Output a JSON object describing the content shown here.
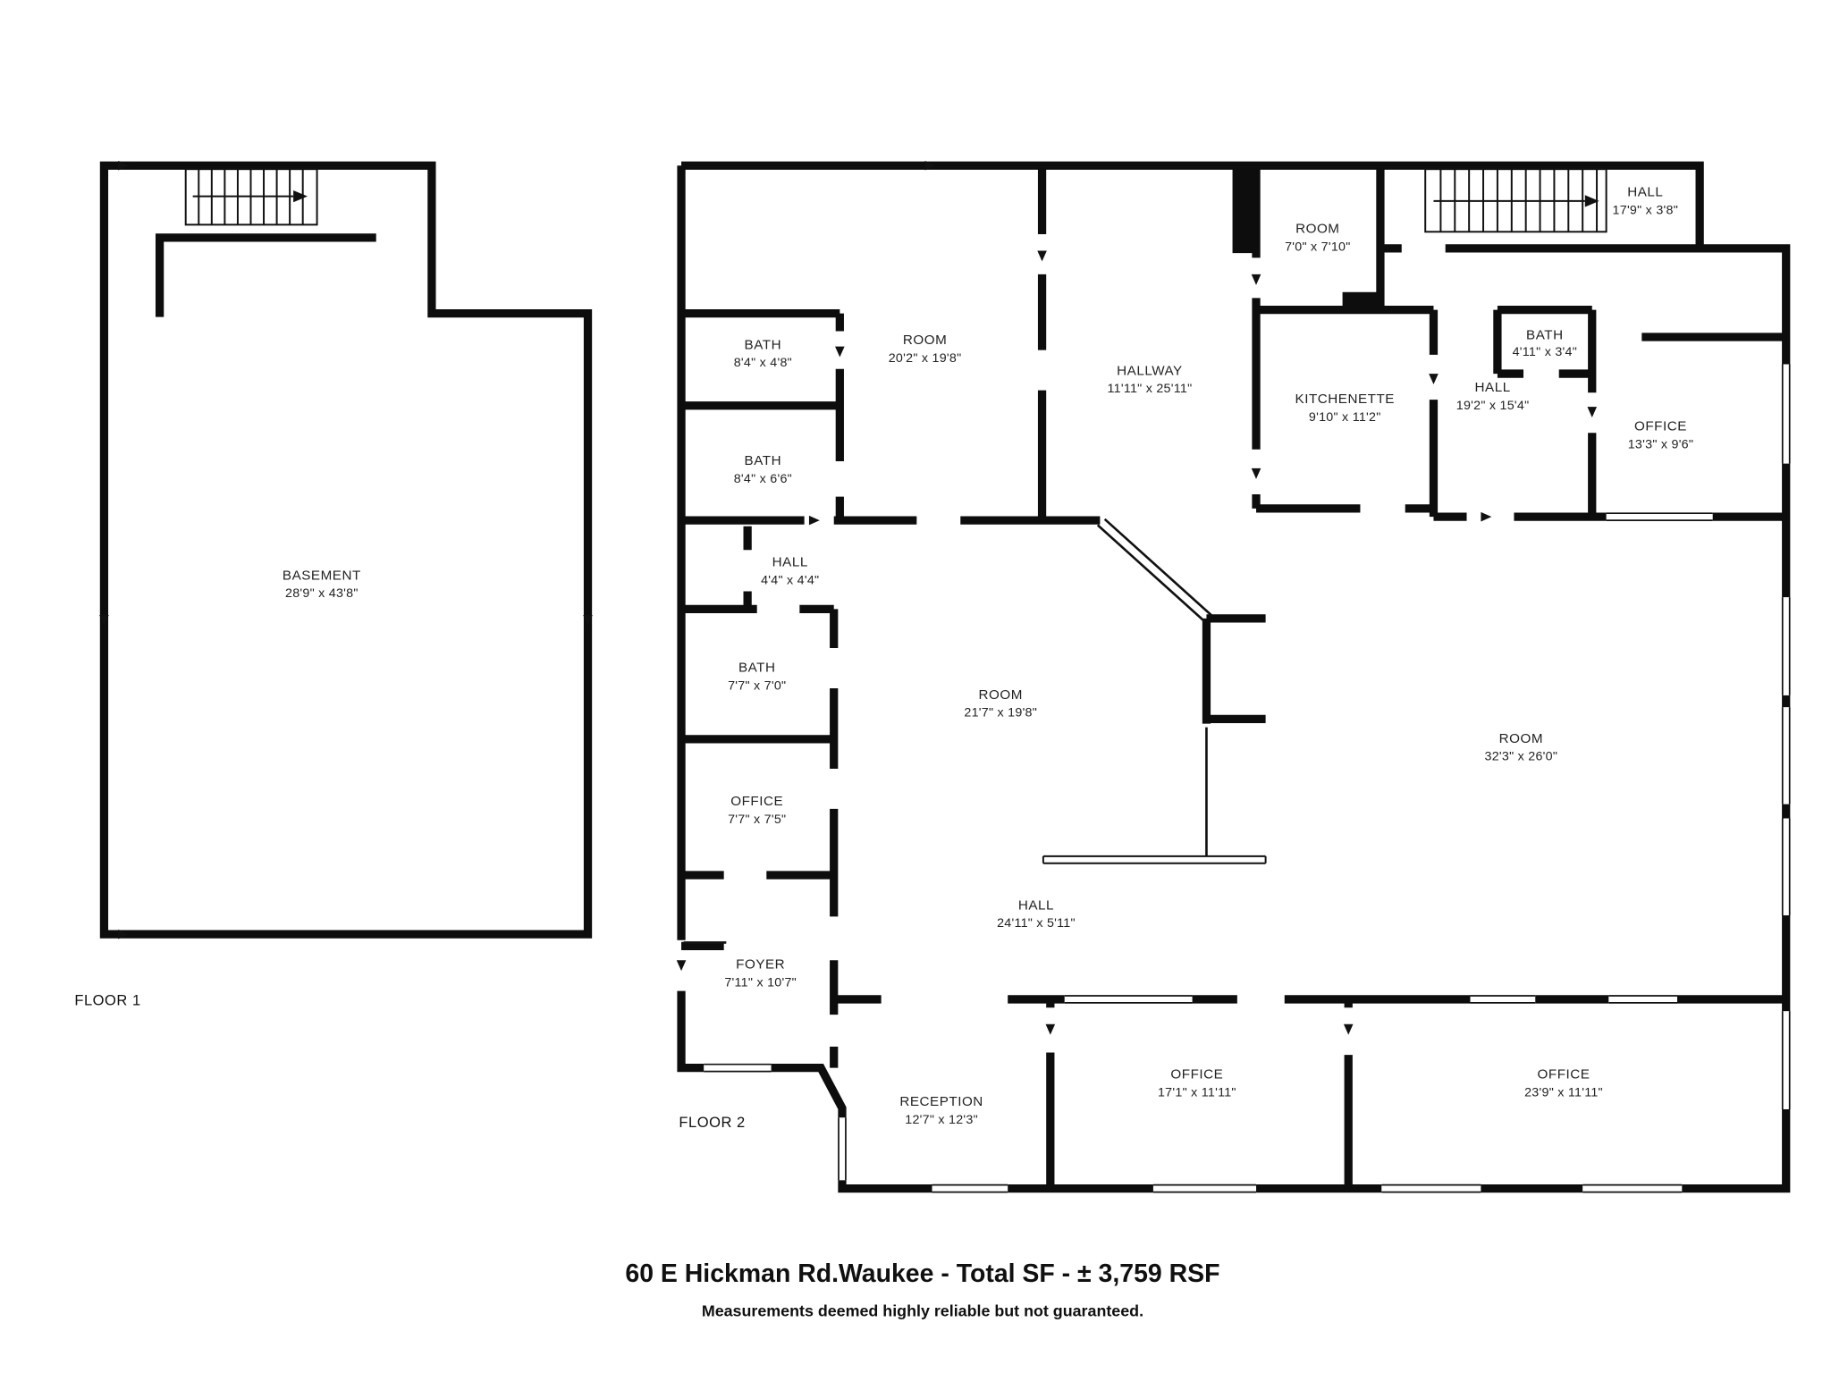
{
  "page": {
    "title": "60 E Hickman Rd.Waukee - Total SF - ± 3,759 RSF",
    "disclaimer": "Measurements deemed highly reliable but not guaranteed."
  },
  "floor1": {
    "label": "FLOOR 1",
    "rooms": {
      "basement": {
        "name": "BASEMENT",
        "dims": "28'9\" x 43'8\""
      }
    }
  },
  "floor2": {
    "label": "FLOOR 2",
    "rooms": {
      "bath1": {
        "name": "BATH",
        "dims": "8'4\" x 4'8\""
      },
      "room1": {
        "name": "ROOM",
        "dims": "20'2\" x 19'8\""
      },
      "room_top": {
        "name": "ROOM",
        "dims": "7'0\" x 7'10\""
      },
      "hall_top": {
        "name": "HALL",
        "dims": "17'9\" x 3'8\""
      },
      "hallway": {
        "name": "HALLWAY",
        "dims": "11'11\" x 25'11\""
      },
      "kitchenette": {
        "name": "KITCHENETTE",
        "dims": "9'10\" x 11'2\""
      },
      "hall_mid": {
        "name": "HALL",
        "dims": "19'2\" x 15'4\""
      },
      "bath_small": {
        "name": "BATH",
        "dims": "4'11\" x 3'4\""
      },
      "office_ne": {
        "name": "OFFICE",
        "dims": "13'3\" x 9'6\""
      },
      "bath2": {
        "name": "BATH",
        "dims": "8'4\" x 6'6\""
      },
      "hall_small": {
        "name": "HALL",
        "dims": "4'4\" x 4'4\""
      },
      "bath3": {
        "name": "BATH",
        "dims": "7'7\" x 7'0\""
      },
      "room2": {
        "name": "ROOM",
        "dims": "21'7\" x 19'8\""
      },
      "room3": {
        "name": "ROOM",
        "dims": "32'3\" x 26'0\""
      },
      "office_w": {
        "name": "OFFICE",
        "dims": "7'7\" x 7'5\""
      },
      "hall_long": {
        "name": "HALL",
        "dims": "24'11\" x 5'11\""
      },
      "foyer": {
        "name": "FOYER",
        "dims": "7'11\" x 10'7\""
      },
      "reception": {
        "name": "RECEPTION",
        "dims": "12'7\" x 12'3\""
      },
      "office_s1": {
        "name": "OFFICE",
        "dims": "17'1\" x 11'11\""
      },
      "office_s2": {
        "name": "OFFICE",
        "dims": "23'9\" x 11'11\""
      }
    }
  }
}
